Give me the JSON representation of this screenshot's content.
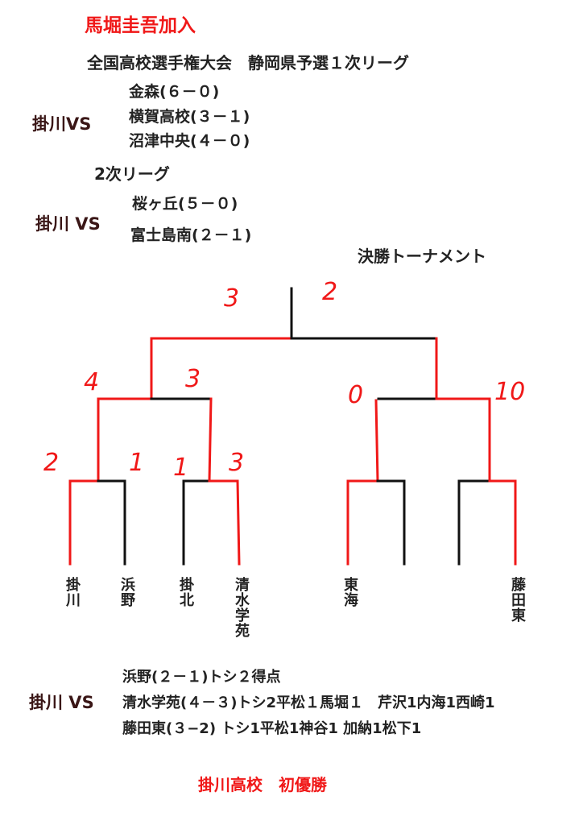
{
  "heading": "馬堀圭吾加入",
  "tournament": "全国高校選手権大会　静岡県予選１次リーグ",
  "first_league": {
    "vs_label": "掛川VS",
    "results": [
      "金森(６－０)",
      "横賀高校(３－１)",
      "沼津中央(４－０)"
    ]
  },
  "second_league": {
    "title": "2次リーグ",
    "vs_label": "掛川 VS",
    "results": [
      "桜ヶ丘(５－０)",
      "富士島南(２－１)"
    ]
  },
  "final_tournament": {
    "title": "決勝トーナメント",
    "teams": [
      "掛川",
      "浜野",
      "掛北",
      "清水学苑",
      "東海",
      "藤田東"
    ],
    "scores": {
      "final": [
        "3",
        "2"
      ],
      "semi_left": [
        "4",
        "3"
      ],
      "semi_right": [
        "0",
        "10"
      ],
      "quarter": [
        "2",
        "1",
        "1",
        "3"
      ]
    },
    "winner_color": "#f01818",
    "loser_color": "#111111"
  },
  "tournament_results": {
    "vs_label": "掛川 VS",
    "lines": [
      "浜野(２－１)トシ２得点",
      "清水学苑(４－３)トシ2平松１馬堀１　芹沢1内海1西崎1",
      "藤田東(３−2) トシ1平松1神谷1 加納1松下1"
    ]
  },
  "footer": "掛川高校　初優勝"
}
